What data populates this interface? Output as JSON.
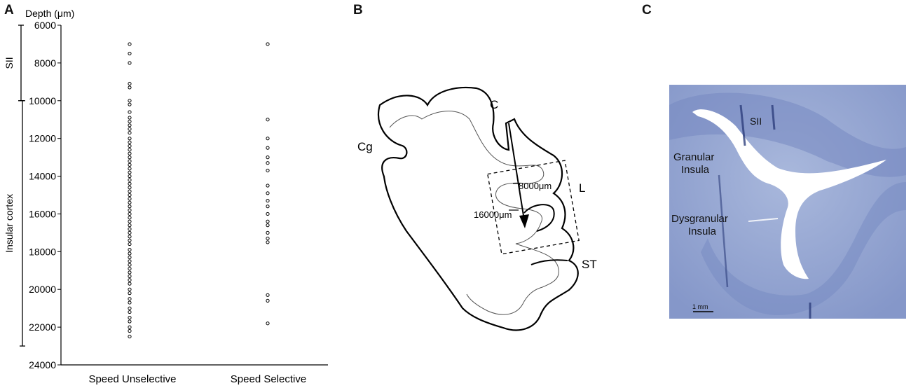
{
  "figure": {
    "panel_a_letter": "A",
    "panel_b_letter": "B",
    "panel_c_letter": "C"
  },
  "panel_a": {
    "y_axis_title": "Depth (μm)",
    "region_brackets": [
      {
        "label": "SII",
        "from": 6000,
        "to": 10000
      },
      {
        "label": "Insular cortex",
        "from": 10000,
        "to": 23000
      }
    ]
  },
  "chart_data": {
    "type": "scatter",
    "title": "",
    "ylabel": "Depth (μm)",
    "xlabel": "",
    "categories": [
      "Speed Unselective",
      "Speed Selective"
    ],
    "ylim": [
      6000,
      24000
    ],
    "y_inverted": true,
    "yticks": [
      6000,
      8000,
      10000,
      12000,
      14000,
      16000,
      18000,
      20000,
      22000,
      24000
    ],
    "grid": false,
    "series": [
      {
        "category": "Speed Unselective",
        "marker": "open-circle",
        "values": [
          7000,
          7500,
          8000,
          9100,
          9300,
          10000,
          10200,
          10600,
          10900,
          11100,
          11300,
          11500,
          11700,
          12000,
          12200,
          12400,
          12600,
          12800,
          13000,
          13200,
          13400,
          13600,
          13800,
          14000,
          14200,
          14400,
          14600,
          14800,
          15000,
          15200,
          15400,
          15600,
          15800,
          16000,
          16200,
          16400,
          16600,
          16800,
          17000,
          17200,
          17400,
          17600,
          17900,
          18100,
          18300,
          18500,
          18700,
          18900,
          19100,
          19300,
          19500,
          19700,
          20000,
          20200,
          20500,
          20700,
          21000,
          21200,
          21500,
          21700,
          22000,
          22200,
          22500
        ]
      },
      {
        "category": "Speed Selective",
        "marker": "open-circle",
        "values": [
          7000,
          11000,
          12000,
          12500,
          13000,
          13300,
          13700,
          14500,
          14900,
          15300,
          15600,
          16000,
          16400,
          16600,
          17000,
          17300,
          17500,
          20300,
          20600,
          21800
        ]
      }
    ]
  },
  "panel_b": {
    "labels": {
      "c": "C",
      "cg": "Cg",
      "l": "L",
      "st": "ST",
      "depth_8000": "8000μm",
      "depth_16000": "16000μm"
    }
  },
  "panel_c": {
    "labels": {
      "sii": "SII",
      "granular_1": "Granular",
      "granular_2": "Insula",
      "dysgranular_1": "Dysgranular",
      "dysgranular_2": "Insula",
      "scale_bar": "1 mm"
    },
    "colors": {
      "tissue": "#97A9D3",
      "tissue_dark": "#6F84BE",
      "stripe": "#2E3F7D"
    }
  }
}
